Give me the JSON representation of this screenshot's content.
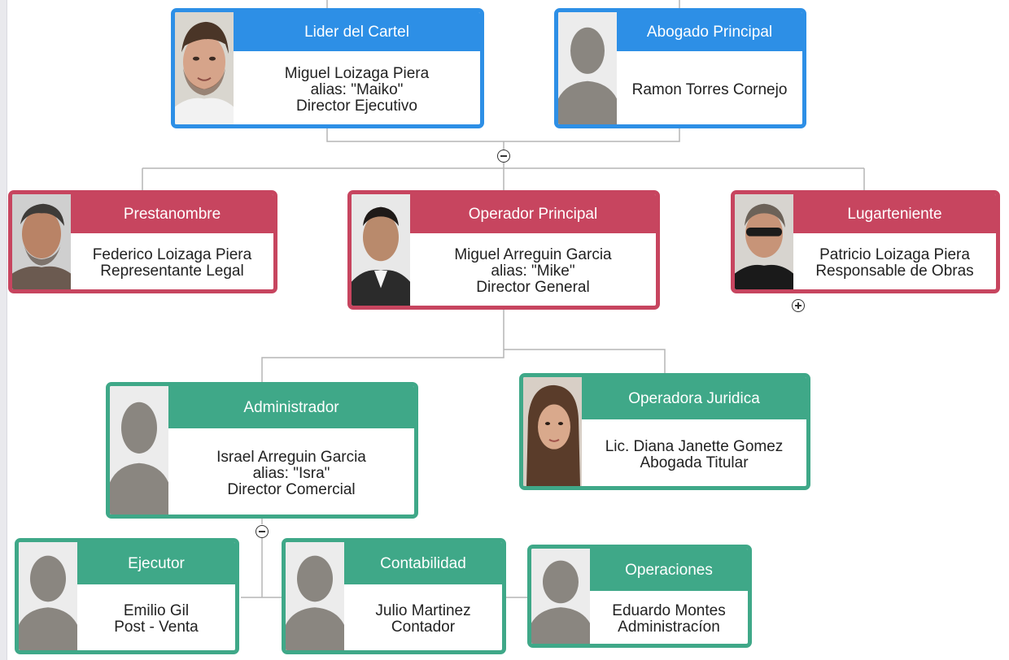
{
  "colors": {
    "leadership": "#2d8fe6",
    "operations": "#c7455f",
    "administration": "#3fa888",
    "connector": "#b5b5b5"
  },
  "nodes": {
    "lider_cartel": {
      "title": "Lider del Cartel",
      "lines": [
        "Miguel Loizaga Piera",
        "alias: \"Maiko\"",
        "Director Ejecutivo"
      ],
      "photo": "photo"
    },
    "abogado_principal": {
      "title": "Abogado Principal",
      "lines": [
        "Ramon Torres Cornejo"
      ],
      "photo": "silhouette"
    },
    "prestanombre": {
      "title": "Prestanombre",
      "lines": [
        "Federico Loizaga Piera",
        "Representante Legal"
      ],
      "photo": "photo"
    },
    "operador_principal": {
      "title": "Operador Principal",
      "lines": [
        "Miguel Arreguin Garcia",
        "alias: \"Mike\"",
        "Director General"
      ],
      "photo": "photo"
    },
    "lugarteniente": {
      "title": "Lugarteniente",
      "lines": [
        "Patricio Loizaga Piera",
        "Responsable de Obras"
      ],
      "photo": "photo"
    },
    "administrador": {
      "title": "Administrador",
      "lines": [
        "Israel Arreguin Garcia",
        "alias: \"Isra\"",
        "Director Comercial"
      ],
      "photo": "silhouette"
    },
    "operadora_juridica": {
      "title": "Operadora Juridica",
      "lines": [
        "Lic. Diana Janette Gomez",
        "Abogada Titular"
      ],
      "photo": "photo"
    },
    "ejecutor": {
      "title": "Ejecutor",
      "lines": [
        "Emilio Gil",
        "Post - Venta"
      ],
      "photo": "silhouette"
    },
    "contabilidad": {
      "title": "Contabilidad",
      "lines": [
        "Julio Martinez",
        "Contador"
      ],
      "photo": "silhouette"
    },
    "operaciones": {
      "title": "Operaciones",
      "lines": [
        "Eduardo Montes",
        "Administracíon"
      ],
      "photo": "silhouette"
    }
  }
}
